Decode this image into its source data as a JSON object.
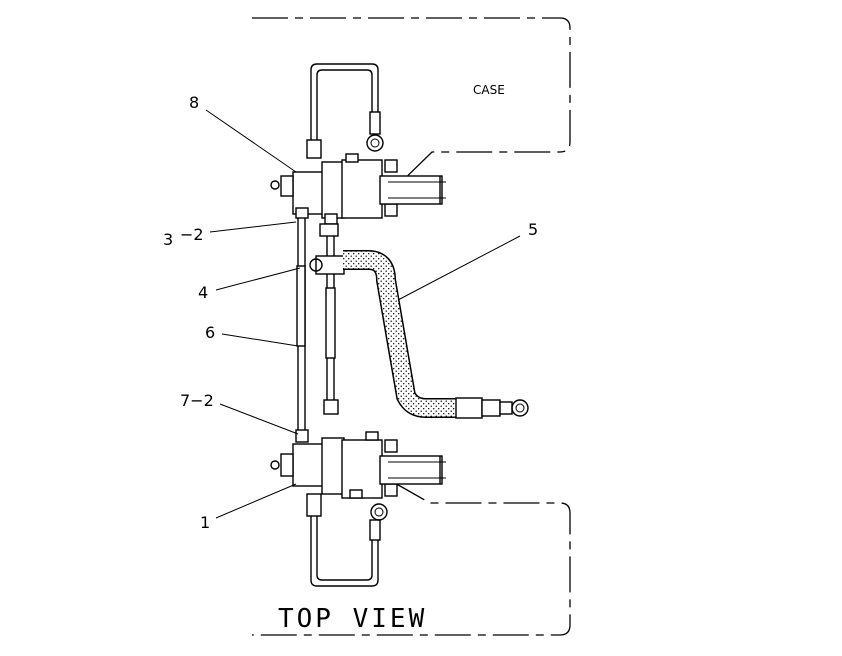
{
  "diagram": {
    "case_label": "CASE",
    "view_title": "TOP VIEW",
    "callouts": {
      "c8": "8",
      "c3": "3",
      "c3b": "−2",
      "c4": "4",
      "c6": "6",
      "c72": "7−2",
      "c1": "1",
      "c5": "5"
    }
  }
}
